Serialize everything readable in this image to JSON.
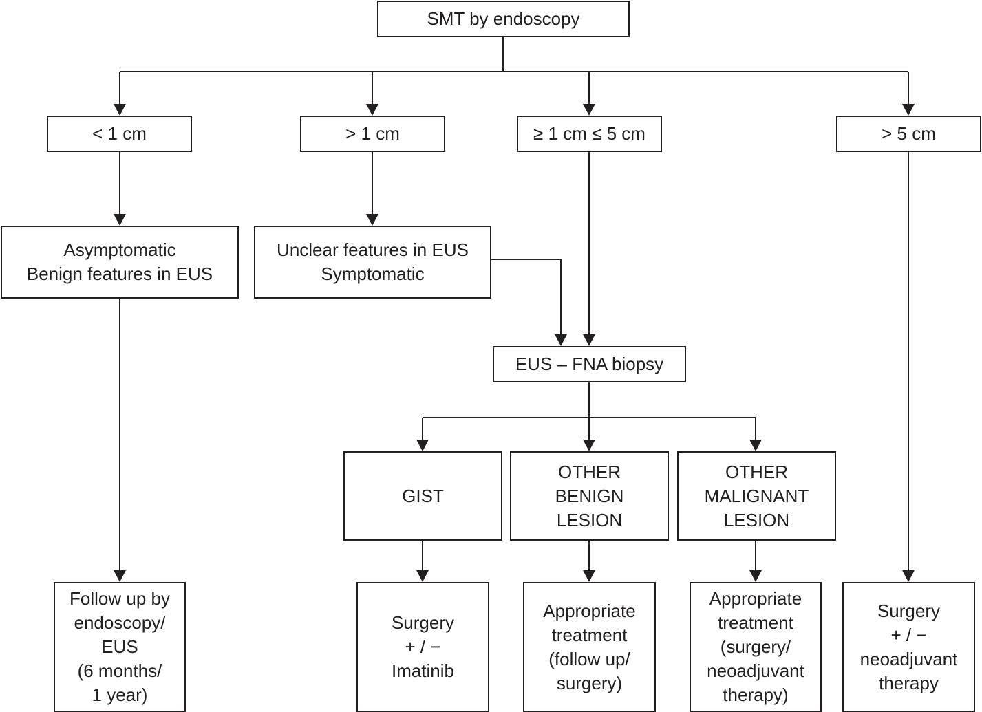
{
  "nodes": {
    "top": [
      "SMT by endoscopy"
    ],
    "lt1": [
      "< 1 cm"
    ],
    "gt1": [
      "> 1 cm"
    ],
    "between": [
      "≥ 1 cm ≤ 5 cm"
    ],
    "gt5": [
      "> 5 cm"
    ],
    "asym": [
      "Asymptomatic",
      "Benign features in EUS"
    ],
    "unclear": [
      "Unclear features in EUS",
      "Symptomatic"
    ],
    "fna": [
      "EUS – FNA biopsy"
    ],
    "gist": [
      "GIST"
    ],
    "benign": [
      "OTHER",
      "BENIGN",
      "LESION"
    ],
    "malig": [
      "OTHER",
      "MALIGNANT",
      "LESION"
    ],
    "follow": [
      "Follow up by",
      "endoscopy/",
      "EUS",
      "(6 months/",
      "1 year)"
    ],
    "surg_ima": [
      "Surgery",
      "+ / −",
      "Imatinib"
    ],
    "appr1": [
      "Appropriate",
      "treatment",
      "(follow up/",
      "surgery)"
    ],
    "appr2": [
      "Appropriate",
      "treatment",
      "(surgery/",
      "neoadjuvant",
      "therapy)"
    ],
    "surg_neo": [
      "Surgery",
      "+ / −",
      "neoadjuvant",
      "therapy"
    ]
  }
}
